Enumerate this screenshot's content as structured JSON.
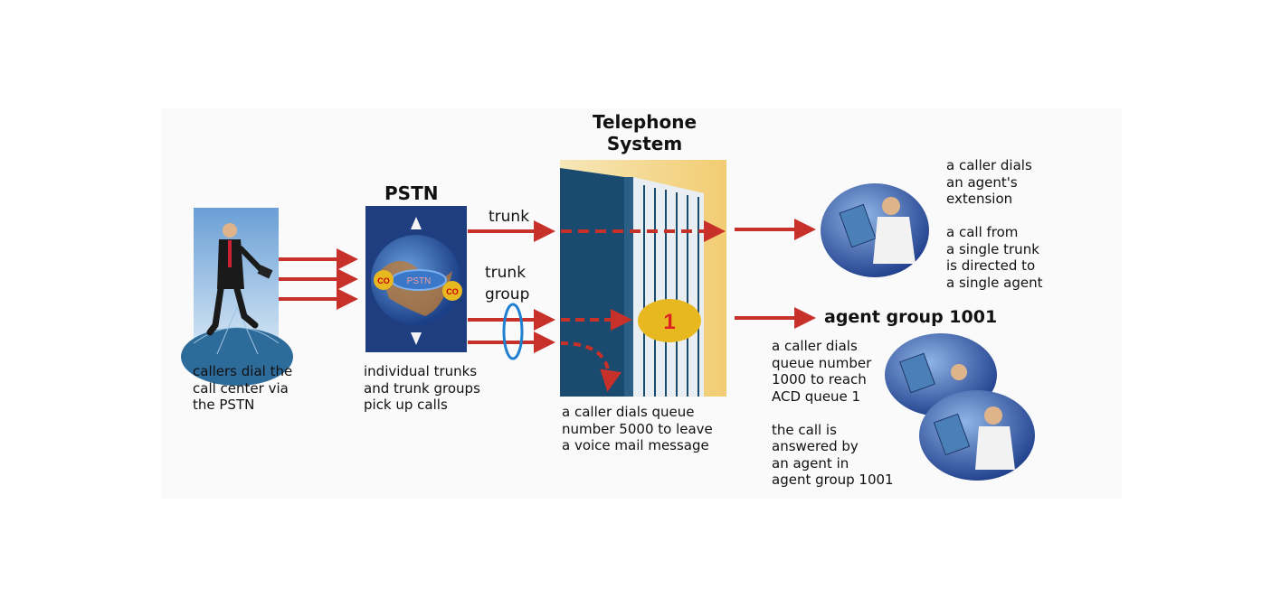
{
  "labels": {
    "pstn_title": "PSTN",
    "telephone_title": "Telephone\nSystem",
    "trunk": "trunk",
    "trunk_group": "trunk\ngroup",
    "agent_group": "agent group 1001",
    "queue_number": "1",
    "co_left": "CO",
    "co_right": "CO",
    "pstn_globe_label": "PSTN"
  },
  "captions": {
    "callers": "callers dial the\ncall center via\nthe PSTN",
    "trunks": "individual trunks\nand trunk groups\npick up calls",
    "voicemail": "a caller dials queue\nnumber 5000 to leave\na voice mail message",
    "extension": "a caller dials\nan agent's\nextension\n\na call from\na single trunk\nis directed to\na single agent",
    "queue": "a caller dials\nqueue number\n1000 to reach\nACD queue 1\n\nthe call is\nanswered by\nan agent in\nagent group 1001"
  },
  "colors": {
    "arrow": "#c8302a",
    "ellipse": "#1f7fd0",
    "badge": "#e8b820",
    "globe": "#2b5aa8",
    "building": "#1a4a6e"
  }
}
